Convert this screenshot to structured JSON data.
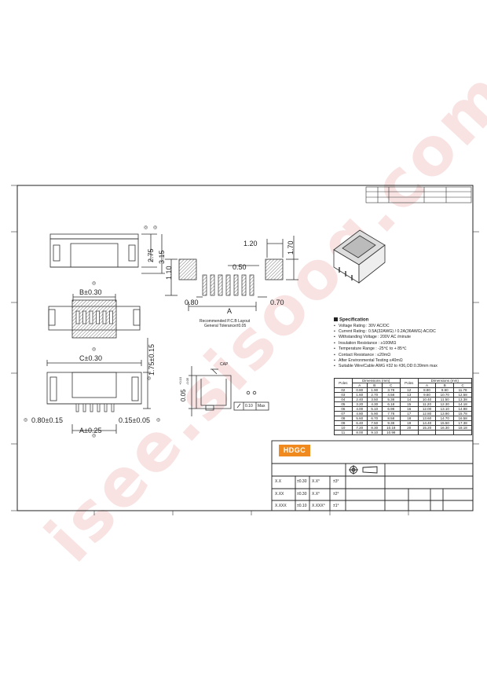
{
  "watermark": "isee.sisoog.com",
  "views": {
    "side": {
      "dim_275": "2.75",
      "dim_315": "3.15"
    },
    "top": {
      "dim_b": "B±0.30"
    },
    "front": {
      "dim_c": "C±0.30",
      "dim_175": "1.75±0.15",
      "dim_080": "0.80±0.15",
      "dim_a": "A±0.25",
      "dim_015": "0.15±0.05"
    },
    "pcb": {
      "dim_120": "1.20",
      "dim_170": "1.70",
      "dim_050": "0.50",
      "dim_110": "1.10",
      "dim_080": "0.80",
      "dim_070": "0.70",
      "dim_a": "A",
      "caption_1": "Recommended P.C.B Layout",
      "caption_2": "General Tolerance±0.05"
    },
    "detail": {
      "cap_label": "CAP",
      "tol": "0.05",
      "tol_up": "+0.10",
      "tol_down": "-0.05",
      "flat_val": "0.10",
      "flat_max": "Max"
    }
  },
  "spec": {
    "title": "Specification",
    "items": [
      "Voltage Rating : 30V AC/DC",
      "Current Rating : 0.5A(32AWG) / 0.2A(36AWG)  AC/DC",
      "Withstanding Voltage : 200V AC /minute",
      "Insulation Resistance : ≥100MΩ",
      "Temperature Range : -25℃ to + 85℃",
      "Contact Resistance : ≤20mΩ",
      "After Environmental Testing ≤40mΩ",
      "Suitable Wire/Cable AWG #32 to #36,OD:0.39mm max"
    ]
  },
  "dim_table": {
    "header_poles": "Poles",
    "header_dims": "Dimensions (mm)",
    "cols": [
      "A",
      "B",
      "C"
    ],
    "left": [
      [
        "02",
        "0.80",
        "1.90",
        "3.78"
      ],
      [
        "03",
        "1.60",
        "2.70",
        "4.58"
      ],
      [
        "04",
        "2.40",
        "3.50",
        "5.38"
      ],
      [
        "05",
        "3.20",
        "4.30",
        "6.18"
      ],
      [
        "06",
        "4.00",
        "5.10",
        "6.98"
      ],
      [
        "07",
        "4.80",
        "5.90",
        "7.78"
      ],
      [
        "08",
        "5.60",
        "6.70",
        "8.58"
      ],
      [
        "09",
        "6.40",
        "7.50",
        "9.38"
      ],
      [
        "10",
        "7.20",
        "8.30",
        "10.18"
      ],
      [
        "11",
        "8.00",
        "9.10",
        "10.98"
      ]
    ],
    "right": [
      [
        "12",
        "8.80",
        "9.90",
        "11.78"
      ],
      [
        "13",
        "9.60",
        "10.70",
        "12.58"
      ],
      [
        "14",
        "10.40",
        "11.50",
        "13.38"
      ],
      [
        "15",
        "11.20",
        "12.30",
        "14.18"
      ],
      [
        "16",
        "12.00",
        "13.10",
        "14.98"
      ],
      [
        "17",
        "12.80",
        "13.90",
        "15.78"
      ],
      [
        "18",
        "13.60",
        "14.70",
        "16.58"
      ],
      [
        "19",
        "14.40",
        "15.50",
        "17.38"
      ],
      [
        "20",
        "15.20",
        "16.30",
        "18.18"
      ],
      [
        "",
        "",
        "",
        ""
      ]
    ]
  },
  "title_block": {
    "logo": "HDGC",
    "tolerances": [
      [
        "X.X",
        "±0.30",
        "X.X°",
        "±3°"
      ],
      [
        "X.XX",
        "±0.30",
        "X.X°",
        "±2°"
      ],
      [
        "X.XXX",
        "±0.10",
        "X.XXX°",
        "±1°"
      ]
    ]
  },
  "colors": {
    "logo_bg": "#f08a1e",
    "hatch": "#555555",
    "watermark": "#e8a0a0"
  }
}
